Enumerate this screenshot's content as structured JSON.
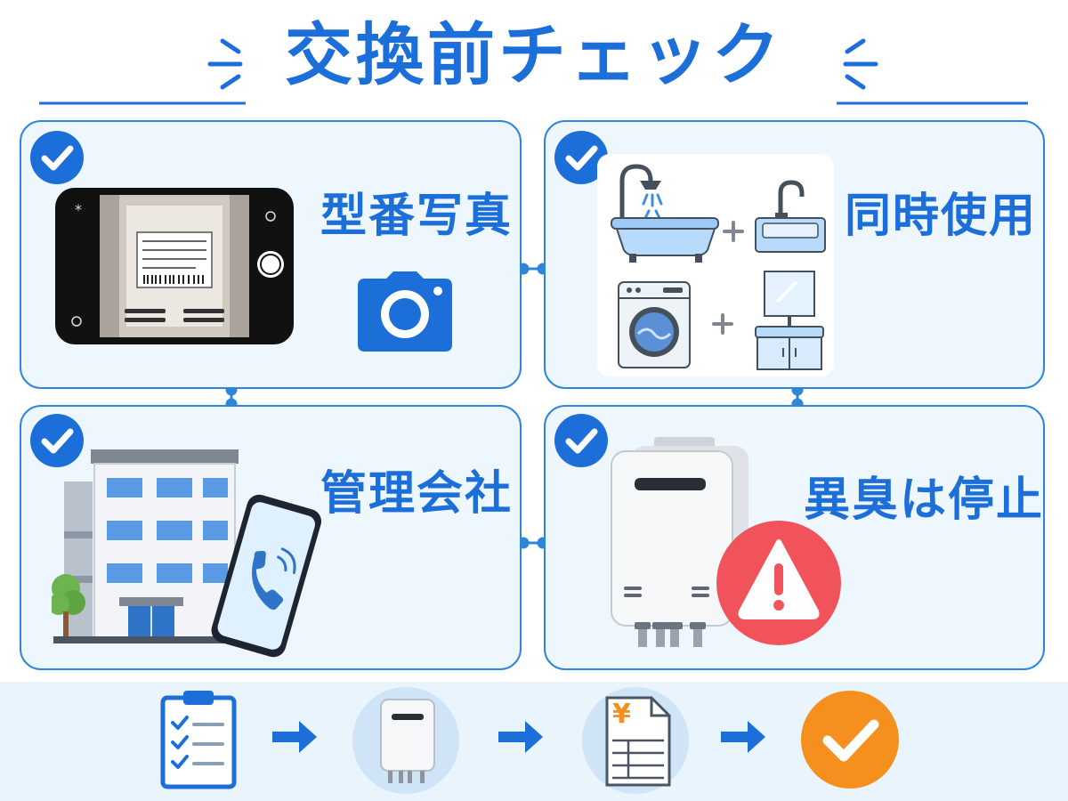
{
  "title": "交換前チェック",
  "cards": [
    {
      "label": "型番写真",
      "icons": [
        "check-icon",
        "smartphone-camera-icon",
        "camera-icon"
      ]
    },
    {
      "label": "同時使用",
      "icons": [
        "check-icon",
        "bathtub-shower-icon",
        "kitchen-sink-icon",
        "washing-machine-icon",
        "washbasin-icon",
        "plus-icon"
      ]
    },
    {
      "label": "管理会社",
      "icons": [
        "check-icon",
        "apartment-building-icon",
        "phone-call-icon"
      ]
    },
    {
      "label": "異臭は停止",
      "icons": [
        "check-icon",
        "water-heater-icon",
        "warning-icon"
      ]
    }
  ],
  "flow": {
    "steps": [
      "checklist-icon",
      "water-heater-icon",
      "estimate-yen-icon",
      "done-check-icon"
    ],
    "estimate_symbol": "¥"
  },
  "colors": {
    "accent": "#1c6fd8",
    "card_border": "#2f86d9",
    "card_bg": "#eef7fd",
    "warning": "#f0545a",
    "done": "#f5901e"
  }
}
